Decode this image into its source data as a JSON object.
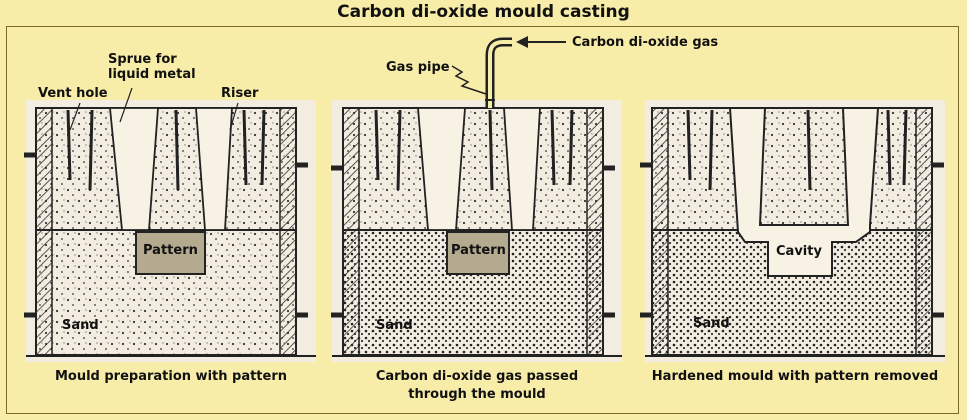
{
  "title": "Carbon di-oxide mould casting",
  "panels": [
    {
      "caption": "Mould preparation with pattern",
      "center_label": "Pattern",
      "sand_label": "Sand",
      "annotations": {
        "vent_hole": "Vent hole",
        "sprue": "Sprue for\nliquid metal",
        "riser": "Riser"
      }
    },
    {
      "caption": "Carbon di-oxide gas passed\nthrough the mould",
      "center_label": "Pattern",
      "sand_label": "Sand",
      "annotations": {
        "gas_pipe": "Gas pipe",
        "co2": "Carbon di-oxide gas"
      }
    },
    {
      "caption": "Hardened mould with pattern removed",
      "center_label": "Cavity",
      "sand_label": "Sand"
    }
  ],
  "colors": {
    "background": "#f7eca8",
    "drawing_bg": "#f2ede0",
    "pattern_fill": "#b3aa90",
    "ink": "#222222"
  }
}
